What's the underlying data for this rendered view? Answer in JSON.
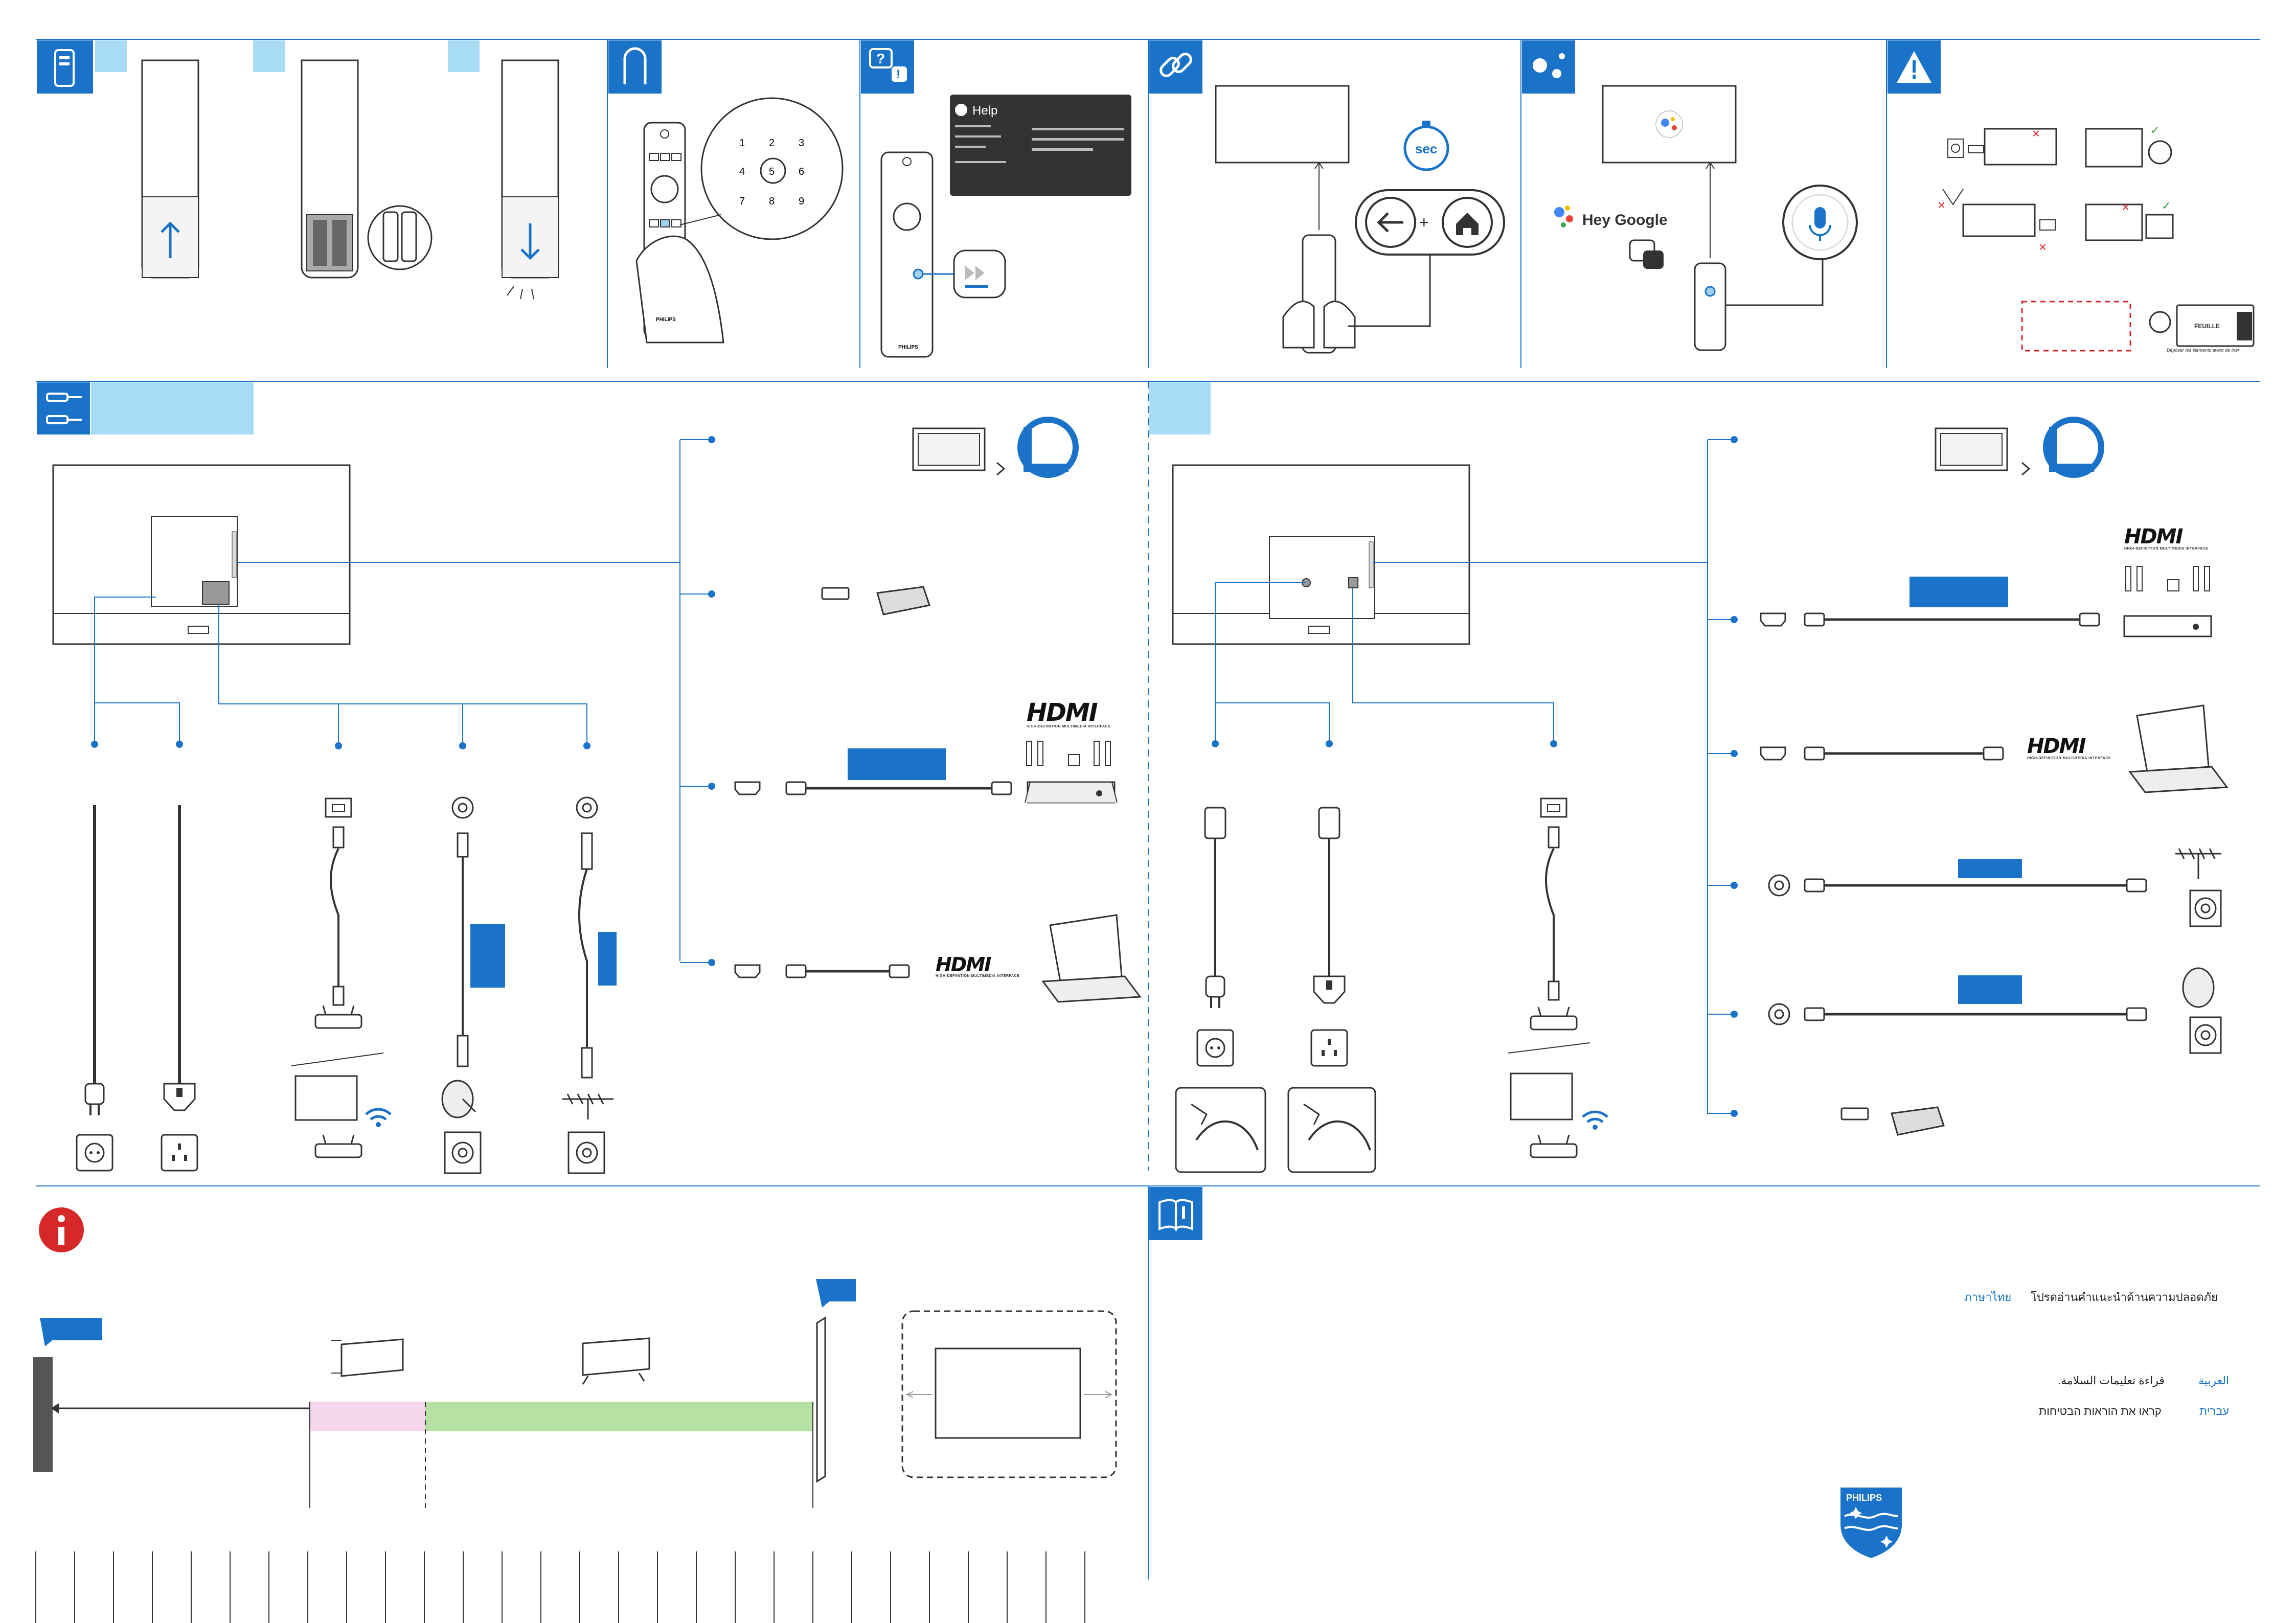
{
  "help": {
    "title": "Help"
  },
  "remote": {
    "brand": "PHILIPS",
    "keypad": [
      "1",
      "2",
      "3",
      "4",
      "5",
      "6",
      "7",
      "8",
      "9"
    ]
  },
  "timer": {
    "unit": "sec"
  },
  "assistant": {
    "wake_word": "Hey Google"
  },
  "recycle": {
    "label": "FEUILLE",
    "caption": "Déposer les éléments avant de trier"
  },
  "hdmi": {
    "logo": "HDMI",
    "tagline": "HIGH-DEFINITION MULTIMEDIA INTERFACE"
  },
  "safety": {
    "items": [
      {
        "language": "ภาษาไทย",
        "text": "โปรดอ่านคำแนะนำด้านความปลอดภัย"
      },
      {
        "language": "العربية",
        "text": "قراءة تعليمات السلامة."
      },
      {
        "language": "עברית",
        "text": "קראו את הוראות הבטיחות"
      }
    ]
  },
  "brand": {
    "logo_text": "PHILIPS"
  },
  "colors": {
    "accent": "#1a73c8",
    "accent_light": "#a8dcf5",
    "warning": "#d62828",
    "placement_pink": "#f5d6ec",
    "placement_green": "#b5e1a3",
    "wall": "#555555"
  },
  "icons": [
    "remote-icon",
    "question-icon",
    "link-icon",
    "assistant-icon",
    "warning-icon",
    "cables-icon",
    "info-icon",
    "book-icon",
    "wifi-icon",
    "microphone-icon",
    "back-icon",
    "home-icon",
    "fast-forward-icon"
  ]
}
